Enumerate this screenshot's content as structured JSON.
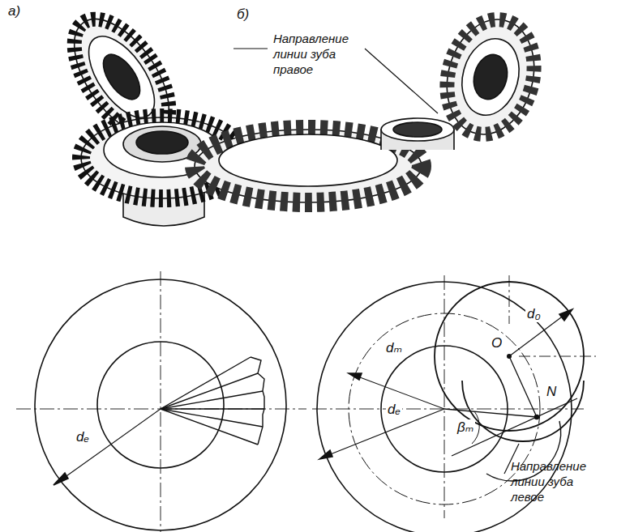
{
  "diagram": {
    "labels": [
      "а)",
      "б)",
      "Направление линии зуба правое",
      "d₀",
      "O",
      "dₘ",
      "dₑ",
      "dₑ",
      "βₘ",
      "N",
      "Направление линии зуба левое"
    ]
  }
}
